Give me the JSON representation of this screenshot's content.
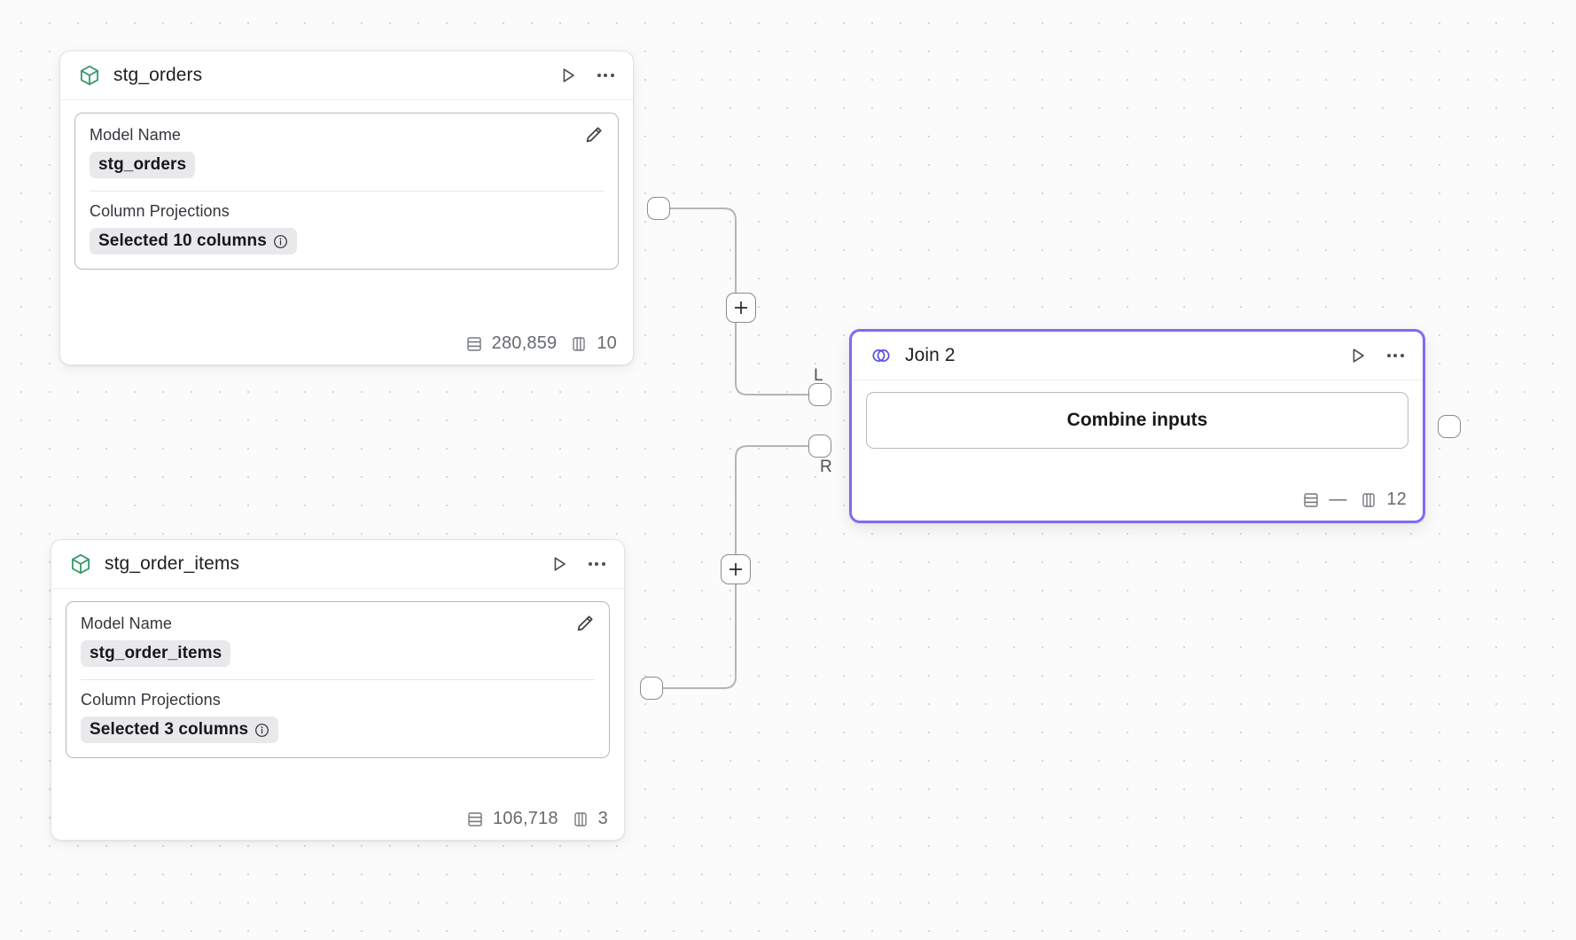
{
  "canvas": {
    "background_color": "#fbfbfb",
    "dot_color": "#d6d6d9",
    "accent_color": "#7c6cf4",
    "model_icon_color": "#3a9b6e"
  },
  "nodes": [
    {
      "id": "stg_orders",
      "icon": "cube-icon",
      "title": "stg_orders",
      "run_label": "Run",
      "more_label": "More options",
      "fields": [
        {
          "label": "Model Name",
          "value": "stg_orders",
          "has_info": false
        },
        {
          "label": "Column Projections",
          "value": "Selected 10 columns",
          "has_info": true
        }
      ],
      "edit_label": "Edit",
      "stats": {
        "rows": "280,859",
        "columns": "10"
      }
    },
    {
      "id": "stg_order_items",
      "icon": "cube-icon",
      "title": "stg_order_items",
      "run_label": "Run",
      "more_label": "More options",
      "fields": [
        {
          "label": "Model Name",
          "value": "stg_order_items",
          "has_info": false
        },
        {
          "label": "Column Projections",
          "value": "Selected 3 columns",
          "has_info": true
        }
      ],
      "edit_label": "Edit",
      "stats": {
        "rows": "106,718",
        "columns": "3"
      }
    },
    {
      "id": "join_2",
      "icon": "join-icon",
      "title": "Join 2",
      "run_label": "Run",
      "more_label": "More options",
      "combine_label": "Combine inputs",
      "input_port_labels": {
        "left": "L",
        "right": "R"
      },
      "stats": {
        "rows": "—",
        "columns": "12"
      },
      "selected": true
    }
  ],
  "edges": [
    {
      "from": "stg_orders",
      "to": "join_2",
      "to_port": "L",
      "add_button_label": "+"
    },
    {
      "from": "stg_order_items",
      "to": "join_2",
      "to_port": "R",
      "add_button_label": "+"
    }
  ],
  "icons": {
    "rows": "rows-icon",
    "columns": "columns-icon",
    "info": "info-icon",
    "play": "play-icon",
    "more": "more-icon",
    "pencil": "pencil-icon",
    "plus": "plus-icon"
  }
}
